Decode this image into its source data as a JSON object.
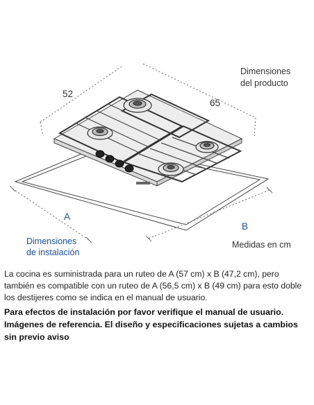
{
  "labels": {
    "width_value": "52",
    "depth_value": "65",
    "product_dims_line1": "Dimensiones",
    "product_dims_line2": "del producto",
    "cutout_a": "A",
    "cutout_b": "B",
    "install_dims_line1": "Dimensiones",
    "install_dims_line2": "de instalación",
    "units": "Medidas en cm"
  },
  "colors": {
    "install_labels": "#1b4f9c",
    "lines": "#444444"
  },
  "description": "La cocina es suministrada para un ruteo de A (57 cm) x B (47,2 cm), pero también es compatible con un ruteo de A (56,5 cm) x B (49 cm) para esto doble los destijeres como se indica en el manual de usuario.",
  "notice": "Para efectos de instalación por favor verifique el manual de usuario. Imágenes de referencia. El diseño y especificaciones sujetas a cambios sin previo aviso"
}
